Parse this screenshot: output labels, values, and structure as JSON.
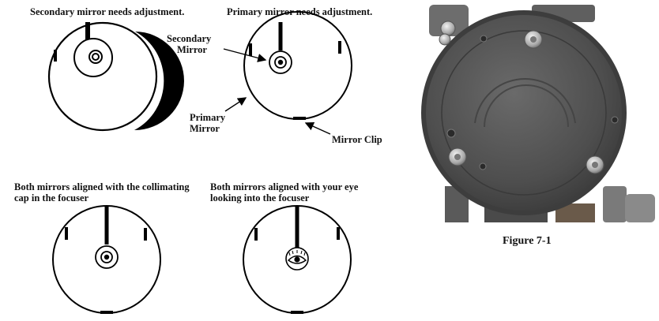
{
  "captions": {
    "secondary_needs": "Secondary mirror needs adjustment.",
    "primary_needs": "Primary mirror needs adjustment.",
    "both_cap_line1": "Both mirrors aligned with the collimating",
    "both_cap_line2": "cap in the focuser",
    "both_eye_line1": "Both mirrors aligned with  your eye",
    "both_eye_line2": "looking  into the focuser"
  },
  "labels": {
    "secondary_mirror_line1": "Secondary",
    "secondary_mirror_line2": "Mirror",
    "primary_mirror_line1": "Primary",
    "primary_mirror_line2": "Mirror",
    "mirror_clip": "Mirror Clip"
  },
  "figure": {
    "caption": "Figure 7-1"
  }
}
